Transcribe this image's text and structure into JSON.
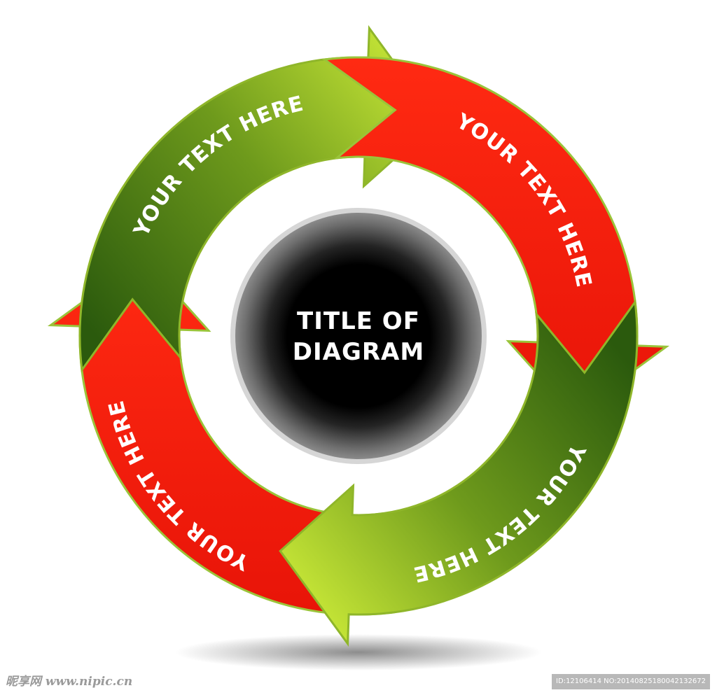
{
  "title": {
    "line1": "TITLE OF",
    "line2": "DIAGRAM"
  },
  "segments": [
    {
      "label": "YOUR TEXT HERE",
      "color": "green"
    },
    {
      "label": "YOUR TEXT HERE",
      "color": "red"
    },
    {
      "label": "YOUR TEXT HERE",
      "color": "green"
    },
    {
      "label": "YOUR TEXT HERE",
      "color": "red"
    }
  ],
  "colors": {
    "green_dark": "#2f5a0c",
    "green_light": "#bfe035",
    "red": "#f01a0a",
    "hub": "#000000"
  },
  "watermark": {
    "left": "昵享网 www.nipic.cn",
    "right": "ID:12106414 NO:20140825180042132672"
  }
}
